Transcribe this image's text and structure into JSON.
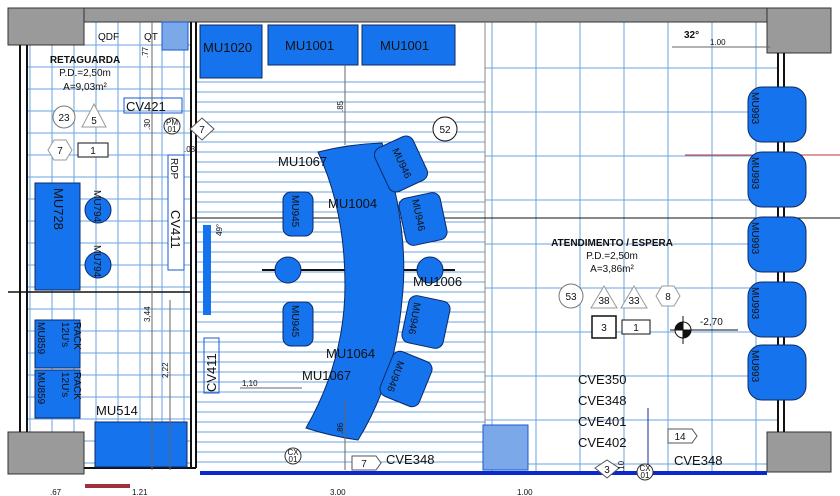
{
  "rooms": {
    "retaguarda": {
      "name": "RETAGUARDA",
      "pd": "P.D.=2,50m",
      "area": "A=9,03m²"
    },
    "atendimento": {
      "name": "ATENDIMENTO / ESPERA",
      "pd": "P.D.=2,50m",
      "area": "A=3,86m²"
    }
  },
  "furniture": {
    "mu1020": "MU1020",
    "mu1001a": "MU1001",
    "mu1001b": "MU1001",
    "mu1067a": "MU1067",
    "mu1067b": "MU1067",
    "mu1004": "MU1004",
    "mu1064": "MU1064",
    "mu1006": "MU1006",
    "mu945a": "MU945",
    "mu945b": "MU945",
    "mu946a": "MU946",
    "mu946b": "MU946",
    "mu946c": "MU946",
    "mu946d": "MU946",
    "mu728": "MU728",
    "mu794a": "MU794",
    "mu794b": "MU794",
    "mu859a": "MU859",
    "mu859b": "MU859",
    "rack": "RACK",
    "rack_size": "12U's",
    "mu514": "MU514",
    "mu993": "MU993",
    "qdf": "QDF",
    "qt": "QT",
    "rdp": "RDP"
  },
  "codes": {
    "cv421": "CV421",
    "cv411a": "CV411",
    "cv411b": "CV411",
    "cve350": "CVE350",
    "cve348a": "CVE348",
    "cve401": "CVE401",
    "cve402": "CVE402",
    "cve348b": "CVE348",
    "cve348c": "CVE348"
  },
  "tags": {
    "t23": "23",
    "t5": "5",
    "t7a": "7",
    "t1a": "1",
    "t7b": "7",
    "t52": "52",
    "t53": "53",
    "t38": "38",
    "t33": "33",
    "t8": "8",
    "t3a": "3",
    "t1b": "1",
    "t14": "14",
    "t7c": "7",
    "t3b": "3"
  },
  "dimensions": {
    "d77": ".77",
    "d30": ".30",
    "d03": ".03",
    "d49": "49°",
    "d344": "3,44",
    "d222": "2,22",
    "d110": "1,10",
    "d85": ".85",
    "d86": ".86",
    "d32": "32°",
    "d100a": "1.00",
    "d67": ".67",
    "d121": "1.21",
    "d300": "3.00",
    "d100b": "1.00",
    "level": "-2,70",
    "d10": ".10"
  },
  "symbols": {
    "pm": "PM",
    "pm_n": "01",
    "cx": "CX",
    "cx_n": "01",
    "cx2": "CX",
    "cx2_n": "01"
  },
  "colors": {
    "furniture": "#1673ee",
    "grid": "#6aa3e0",
    "wall": "#9a9a9a",
    "red_line": "#c0303a"
  }
}
